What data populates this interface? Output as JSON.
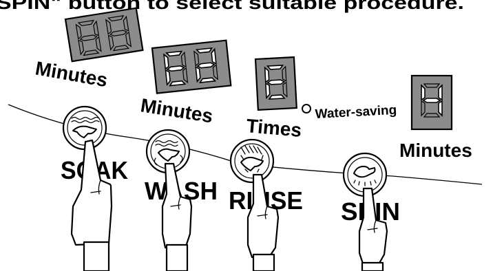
{
  "header": {
    "instruction_text": "SPIN\" button to select suitable procedure."
  },
  "displays": {
    "soak_unit": "Minutes",
    "wash_unit": "Minutes",
    "rinse_unit": "Times",
    "spin_unit": "Minutes",
    "water_saving_label": "Water-saving"
  },
  "buttons": {
    "soak_label": "SOAK",
    "wash_label": "WASH",
    "rinse_label": "RINSE",
    "spin_label": "SPIN"
  },
  "colors": {
    "panel_gray": "#8c8c8c",
    "ink": "#000000",
    "lit_segment": "#ffffff"
  }
}
